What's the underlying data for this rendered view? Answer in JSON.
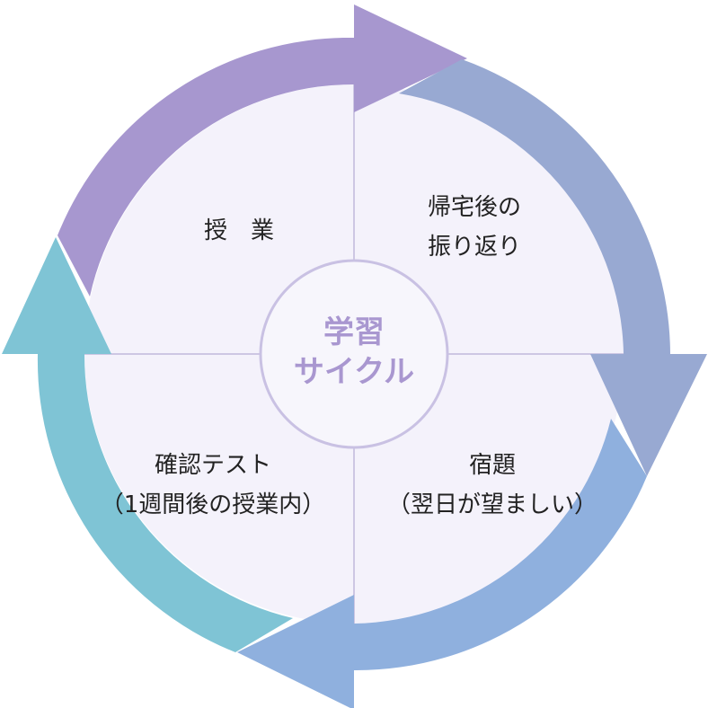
{
  "colors": {
    "background": "#ffffff",
    "circle_fill": "#f4f2fb",
    "divider": "#cdc7e3",
    "center_fill": "#f7f6fc",
    "center_border": "#c9c1e3",
    "center_text": "#a997d0",
    "arrow_top": "#a797cf",
    "arrow_right": "#98a9d2",
    "arrow_bottom": "#8fb0de",
    "arrow_left": "#7fc4d5"
  },
  "center": {
    "line1": "学習",
    "line2": "サイクル"
  },
  "quadrants": {
    "top_left": {
      "line1": "授　業"
    },
    "top_right": {
      "line1": "帰宅後の",
      "line2": "振り返り"
    },
    "bottom_right": {
      "line1": "宿題",
      "line2": "（翌日が望ましい）"
    },
    "bottom_left": {
      "line1": "確認テスト",
      "line2": "（1週間後の授業内）"
    }
  },
  "arrows": [
    {
      "id": "top",
      "from": "授業",
      "to": "帰宅後の振り返り"
    },
    {
      "id": "right",
      "from": "帰宅後の振り返り",
      "to": "宿題"
    },
    {
      "id": "bottom",
      "from": "宿題",
      "to": "確認テスト"
    },
    {
      "id": "left",
      "from": "確認テスト",
      "to": "授業"
    }
  ]
}
